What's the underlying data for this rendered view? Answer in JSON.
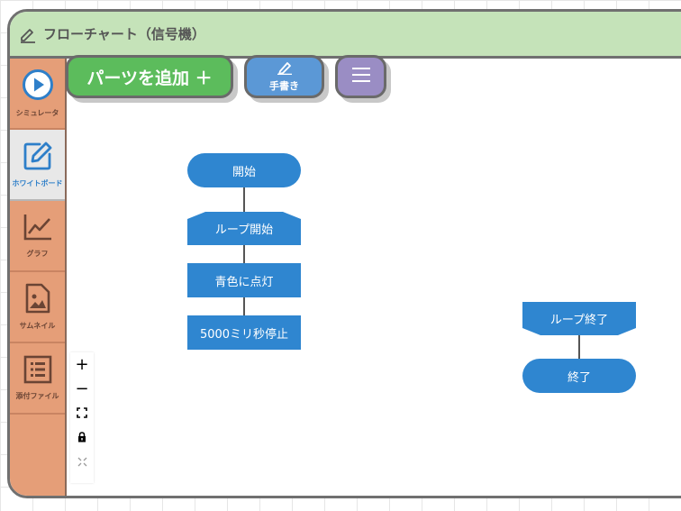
{
  "window": {
    "title": "フローチャート（信号機）"
  },
  "sidebar": {
    "items": [
      {
        "label": "シミュレータ",
        "icon": "play-icon",
        "active": false
      },
      {
        "label": "ホワイトボード",
        "icon": "edit-icon",
        "active": true
      },
      {
        "label": "グラフ",
        "icon": "chart-icon",
        "active": false
      },
      {
        "label": "サムネイル",
        "icon": "image-icon",
        "active": false
      },
      {
        "label": "添付ファイル",
        "icon": "list-icon",
        "active": false
      }
    ]
  },
  "toolbar": {
    "add_parts_label": "パーツを追加 ＋",
    "handwriting_label": "手書き",
    "menu_icon": "hamburger-icon"
  },
  "flowchart": {
    "nodes": [
      {
        "label": "開始",
        "shape": "terminal"
      },
      {
        "label": "ループ開始",
        "shape": "loop-start"
      },
      {
        "label": "青色に点灯",
        "shape": "process"
      },
      {
        "label": "5000ミリ秒停止",
        "shape": "process"
      },
      {
        "label": "ループ終了",
        "shape": "loop-end"
      },
      {
        "label": "終了",
        "shape": "terminal"
      }
    ]
  },
  "zoom_controls": {
    "zoom_in": "+",
    "zoom_out": "−"
  },
  "colors": {
    "title_bar": "#c5e3b9",
    "sidebar": "#e59e78",
    "node": "#2f86d0",
    "add_button": "#5cbc5c",
    "handwriting_button": "#5b98d6",
    "menu_button": "#9a8dc4"
  }
}
